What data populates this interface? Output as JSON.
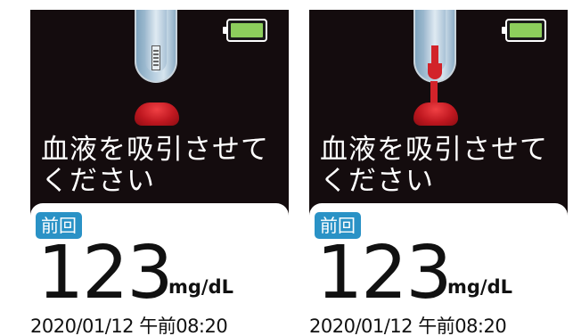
{
  "screens": [
    {
      "state": "strip inserted, no blood",
      "battery_level": 1.0,
      "message_line1": "血液を吸引させて",
      "message_line2": "ください",
      "last_badge": "前回",
      "last_value": "123",
      "last_unit": "mg/dL",
      "last_datetime": "2020/01/12 午前08:20"
    },
    {
      "state": "blood being drawn into strip",
      "battery_level": 1.0,
      "message_line1": "血液を吸引させて",
      "message_line2": "ください",
      "last_badge": "前回",
      "last_value": "123",
      "last_unit": "mg/dL",
      "last_datetime": "2020/01/12 午前08:20"
    }
  ],
  "colors": {
    "screen_bg": "#140c0e",
    "battery_fill": "#8dce5c",
    "badge_bg": "#2a92c6",
    "blood": "#d2232a"
  }
}
